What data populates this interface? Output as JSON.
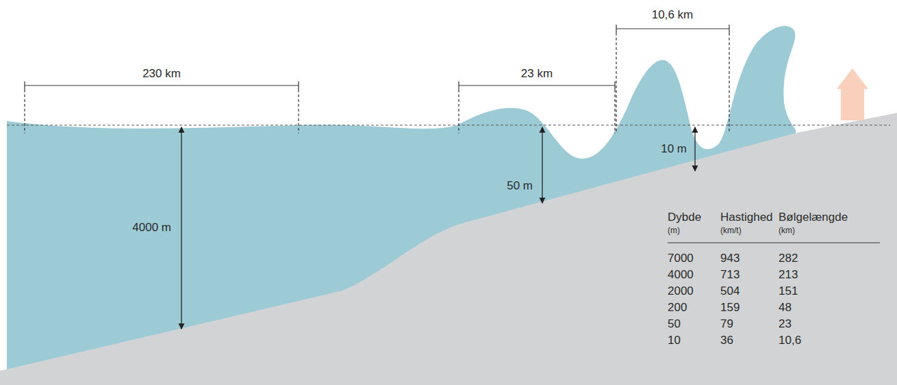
{
  "diagram": {
    "labels": [
      "230 km",
      "23 km",
      "10,6 km",
      "4000 m",
      "50 m",
      "10 m",
      "Dybde",
      "(m)",
      "Hastighed",
      "(km/t)",
      "Bølgelængde",
      "(km)",
      "7000",
      "943",
      "282",
      "4000",
      "713",
      "213",
      "2000",
      "504",
      "151",
      "200",
      "159",
      "48",
      "50",
      "79",
      "23",
      "10",
      "36",
      "10,6"
    ]
  }
}
